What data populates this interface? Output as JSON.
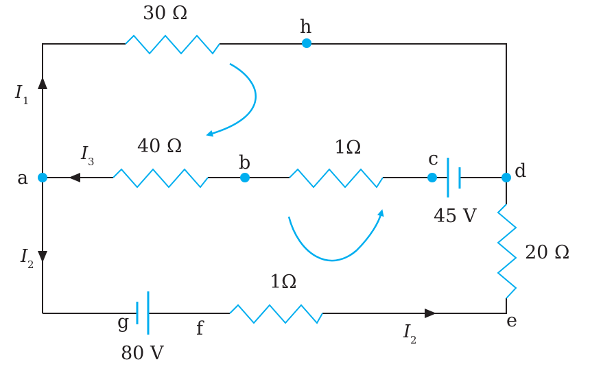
{
  "title": "Multi-loop circuit with Kirchhoff's rules",
  "colors": {
    "accent": "#00aeef",
    "wire": "#231f20"
  },
  "nodes": {
    "a": "a",
    "b": "b",
    "c": "c",
    "d": "d",
    "e": "e",
    "f": "f",
    "g": "g",
    "h": "h"
  },
  "resistors": {
    "top": "30 Ω",
    "middle_left": "40 Ω",
    "middle_right": "1Ω",
    "bottom": "1Ω",
    "right": "20 Ω"
  },
  "batteries": {
    "middle": "45 V",
    "bottom": "80 V"
  },
  "currents": {
    "i1": {
      "symbol": "I",
      "sub": "1"
    },
    "i2_left": {
      "symbol": "I",
      "sub": "2"
    },
    "i2_bottom": {
      "symbol": "I",
      "sub": "2"
    },
    "i3": {
      "symbol": "I",
      "sub": "3"
    }
  }
}
